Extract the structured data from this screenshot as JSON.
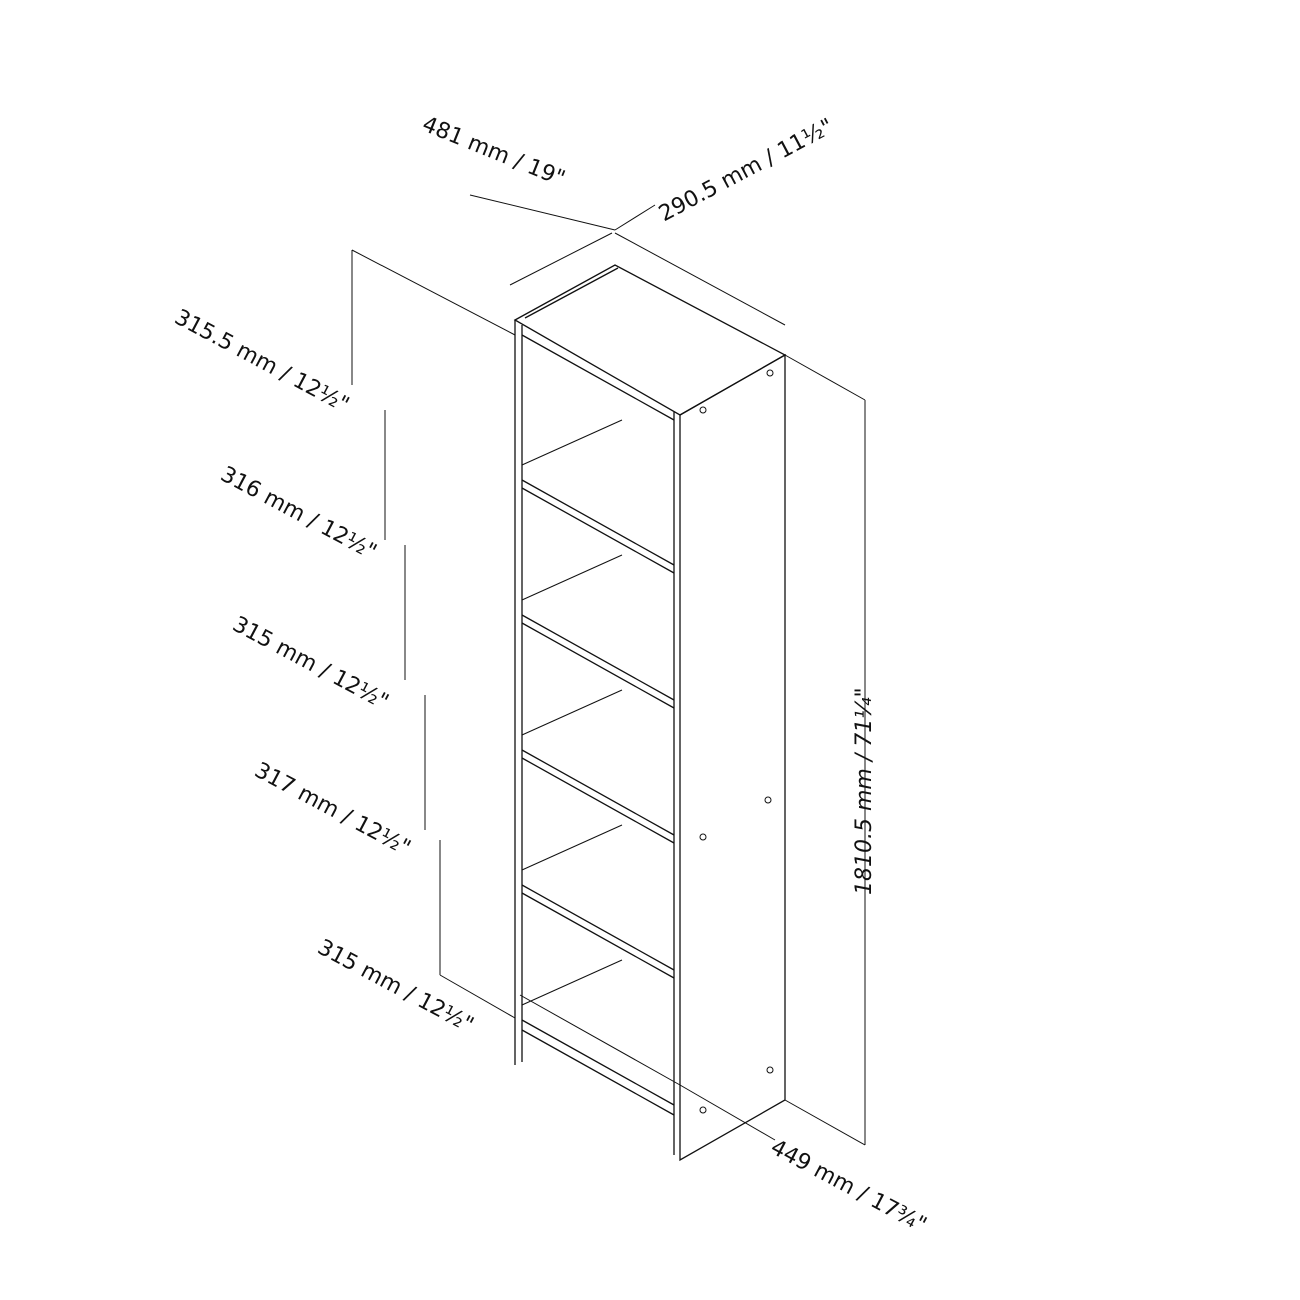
{
  "diagram": {
    "subject": "5-shelf bookcase dimension drawing",
    "dimensions": {
      "width": "481 mm / 19\"",
      "depth": "290.5 mm / 11½\"",
      "height": "1810.5 mm / 71¼\"",
      "inner_width": "449 mm / 17¾\""
    },
    "shelf_spacings": [
      "315.5 mm / 12½\"",
      "316 mm / 12½\"",
      "315 mm / 12½\"",
      "317 mm / 12½\"",
      "315 mm / 12½\""
    ]
  }
}
